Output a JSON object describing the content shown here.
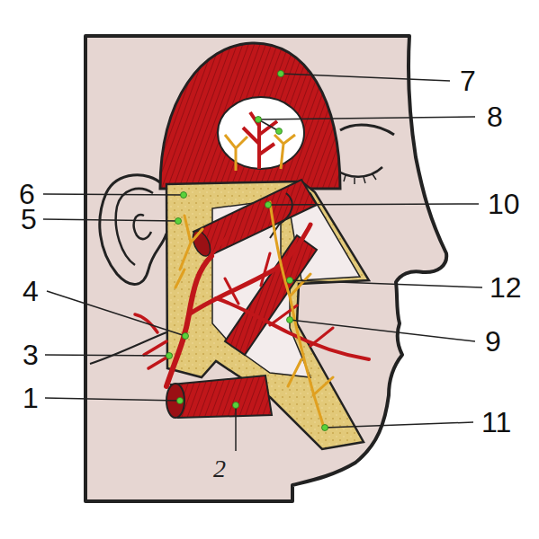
{
  "diagram": {
    "labels": [
      "7",
      "8",
      "6",
      "10",
      "5",
      "12",
      "4",
      "9",
      "3",
      "1",
      "11",
      "2"
    ]
  }
}
